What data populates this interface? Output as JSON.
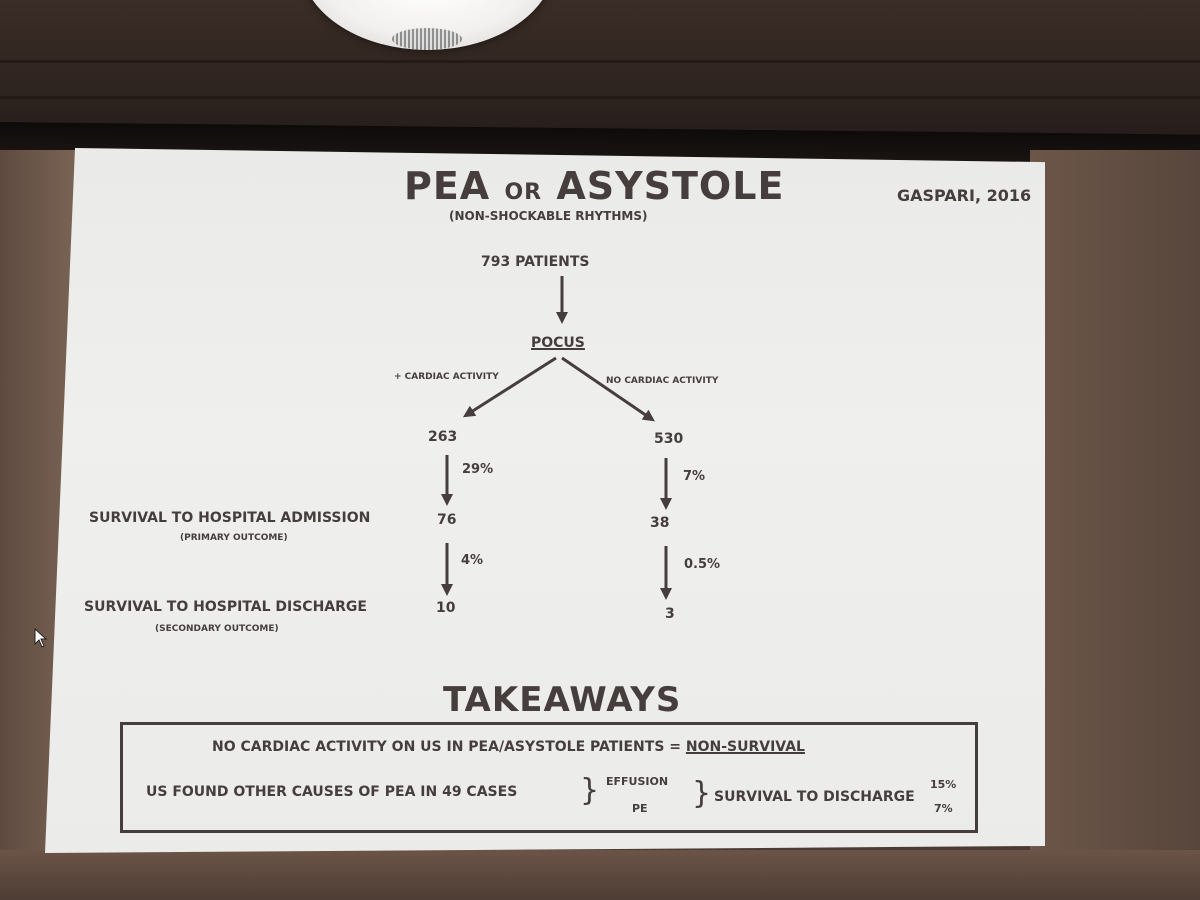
{
  "title_main": "PEA",
  "title_or": "OR",
  "title_end": "ASYSTOLE",
  "subtitle": "(NON-SHOCKABLE RHYTHMS)",
  "source": "GASPARI, 2016",
  "patients": "793 PATIENTS",
  "pocus": "POCUS",
  "branch_left": "+ CARDIAC ACTIVITY",
  "branch_right": "NO CARDIAC ACTIVITY",
  "left": {
    "n": "263",
    "pct1": "29%",
    "admit": "76",
    "pct2": "4%",
    "discharge": "10"
  },
  "right": {
    "n": "530",
    "pct1": "7%",
    "admit": "38",
    "pct2": "0.5%",
    "discharge": "3"
  },
  "row_admission": {
    "label": "SURVIVAL TO HOSPITAL ADMISSION",
    "note": "(PRIMARY OUTCOME)"
  },
  "row_discharge": {
    "label": "SURVIVAL TO HOSPITAL DISCHARGE",
    "note": "(SECONDARY OUTCOME)"
  },
  "takeaways": "TAKEAWAYS",
  "line1_pre": "NO CARDIAC ACTIVITY ON US IN PEA/ASYSTOLE PATIENTS = ",
  "line1_u": "NON-SURVIVAL",
  "line2_a": "US FOUND OTHER CAUSES OF PEA IN 49 CASES",
  "brace": "}",
  "effusion": "EFFUSION",
  "pe": "PE",
  "survival_discharge": "SURVIVAL TO DISCHARGE",
  "pct_effusion": "15%",
  "pct_pe": "7%",
  "colors": {
    "ink": "#453e3d",
    "slide": "#ececea",
    "room": "#4a3a32"
  }
}
